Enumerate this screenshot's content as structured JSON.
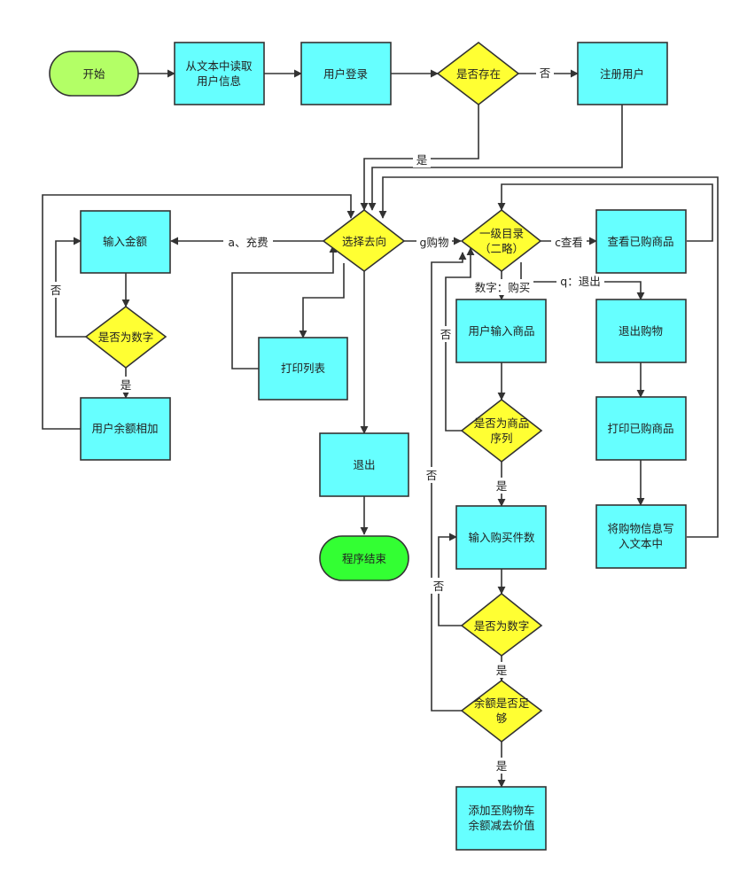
{
  "colors": {
    "process": "#66FFFF",
    "decision": "#FFFF33",
    "start": "#B3FF66",
    "end": "#33FF33",
    "stroke": "#333333"
  },
  "nodes": {
    "start": [
      "开始"
    ],
    "read_user": [
      "从文本中读取",
      "用户信息"
    ],
    "login": [
      "用户登录"
    ],
    "exists": [
      "是否存在"
    ],
    "register": [
      "注册用户"
    ],
    "choose": [
      "选择去向"
    ],
    "input_amount": [
      "输入金额"
    ],
    "is_number_left": [
      "是否为数字"
    ],
    "add_balance": [
      "用户余额相加"
    ],
    "print_list": [
      "打印列表"
    ],
    "exit": [
      "退出"
    ],
    "end": [
      "程序结束"
    ],
    "menu": [
      "一级目录",
      "（二略）"
    ],
    "view_bought": [
      "查看已购商品"
    ],
    "input_goods": [
      "用户输入商品"
    ],
    "is_goods_index": [
      "是否为商品",
      "序列"
    ],
    "input_qty": [
      "输入购买件数"
    ],
    "is_number_right": [
      "是否为数字"
    ],
    "balance_enough": [
      "余额是否足",
      "够"
    ],
    "add_cart": [
      "添加至购物车",
      "余额减去价值"
    ],
    "exit_shop": [
      "退出购物"
    ],
    "print_bought": [
      "打印已购商品"
    ],
    "save_info": [
      "将购物信息写",
      "入文本中"
    ]
  },
  "labels": {
    "no_register": "否",
    "yes_exists": "是",
    "recharge": "a、充费",
    "shop": "g购物",
    "view": "c查看",
    "number_buy": "数字：购买",
    "quit": "q：退出",
    "no_left": "否",
    "yes_left": "是",
    "no_goods": "否",
    "yes_goods": "是",
    "no_enough": "否",
    "no_number": "否",
    "yes_number": "是",
    "yes_enough": "是"
  }
}
